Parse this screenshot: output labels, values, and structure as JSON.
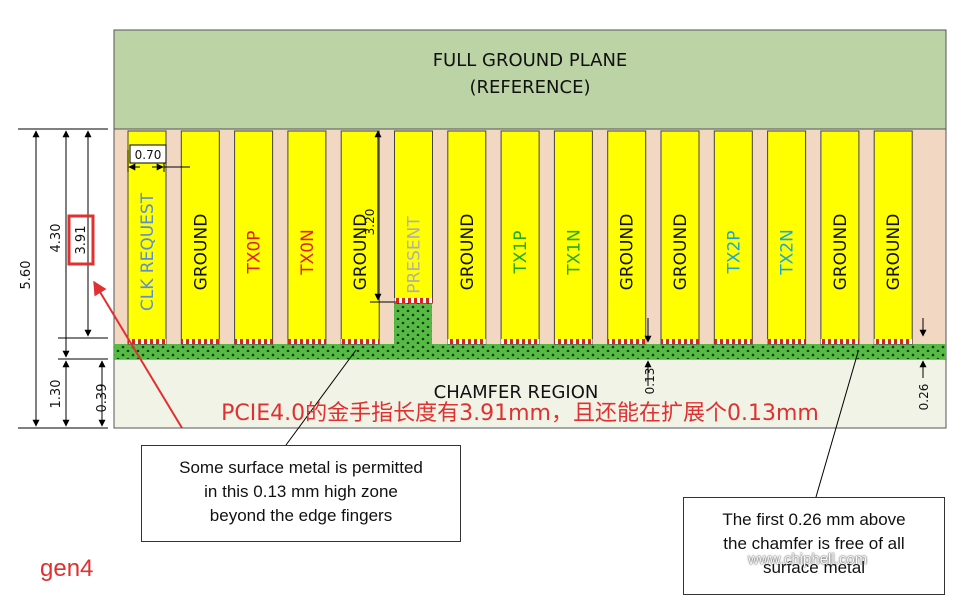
{
  "reference_plane": {
    "line1": "FULL GROUND PLANE",
    "line2": "(REFERENCE)"
  },
  "chamfer_label": "CHAMFER REGION",
  "fingers": [
    {
      "label": "CLK REQUEST",
      "color": "#5b8fd6"
    },
    {
      "label": "GROUND",
      "color": "#111111"
    },
    {
      "label": "TX0P",
      "color": "#e02020"
    },
    {
      "label": "TX0N",
      "color": "#e02020"
    },
    {
      "label": "GROUND",
      "color": "#111111"
    },
    {
      "label": "PRESENT",
      "color": "#b0b0b0"
    },
    {
      "label": "GROUND",
      "color": "#111111"
    },
    {
      "label": "TX1P",
      "color": "#22aa22"
    },
    {
      "label": "TX1N",
      "color": "#22aa22"
    },
    {
      "label": "GROUND",
      "color": "#111111"
    },
    {
      "label": "GROUND",
      "color": "#111111"
    },
    {
      "label": "TX2P",
      "color": "#18a8d8"
    },
    {
      "label": "TX2N",
      "color": "#18a8d8"
    },
    {
      "label": "GROUND",
      "color": "#111111"
    },
    {
      "label": "GROUND",
      "color": "#111111"
    }
  ],
  "dimensions": {
    "overall": "5.60",
    "finger_zone": "4.30",
    "finger_length": "3.91",
    "chamfer_height": "1.30",
    "chamfer_small": "0.39",
    "finger_width": "0.70",
    "present_length": "3.20",
    "metal_zone": "0.13",
    "free_zone": "0.26"
  },
  "annotation_cn": "PCIE4.0的金手指长度有3.91mm，且还能在扩展个0.13mm",
  "note_permitted": [
    "Some surface metal is permitted",
    "in this 0.13 mm high zone",
    "beyond the edge fingers"
  ],
  "note_free": [
    "The first 0.26 mm above",
    "the chamfer is free of all",
    "surface metal"
  ],
  "gen_label": "gen4",
  "watermark": "www.chiphell.com",
  "colors": {
    "ground_plane": "#bcd3a6",
    "pcb": "#f2d7c3",
    "finger": "#ffff00",
    "metal_zone": "#55bb44",
    "chamfer": "#f1f3e6",
    "highlight": "#e03030"
  }
}
